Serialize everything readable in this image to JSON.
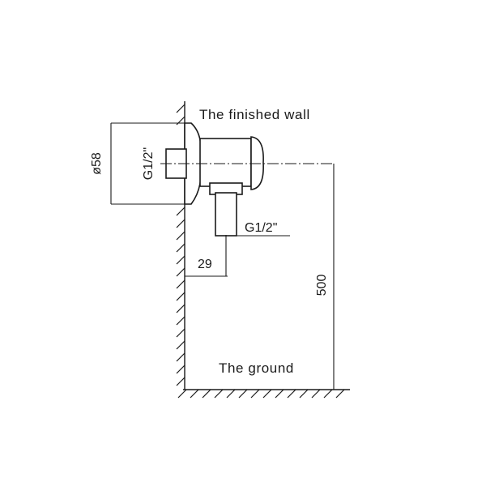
{
  "labels": {
    "finished_wall": "The finished wall",
    "ground": "The ground",
    "diameter": "ø58",
    "thread_inlet": "G1/2\"",
    "thread_outlet": "G1/2\"",
    "dim_offset": "29",
    "dim_height": "500"
  },
  "icons": {
    "wall_hatch": "wall-hatch-icon",
    "ground_hatch": "ground-hatch-icon"
  },
  "colors": {
    "stroke": "#1a1a1a",
    "background": "#ffffff"
  }
}
